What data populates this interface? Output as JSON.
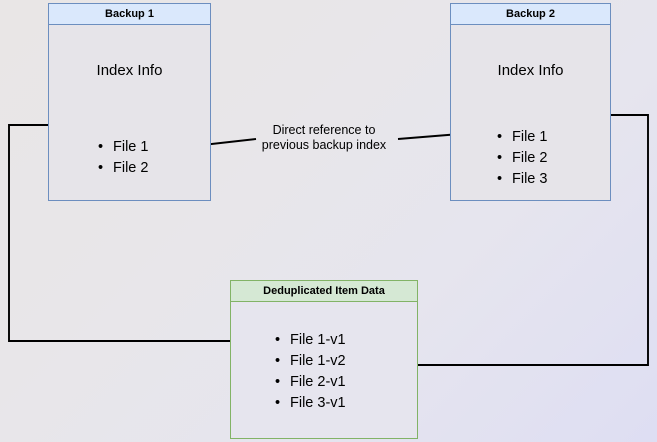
{
  "diagram": {
    "title_hidden": "",
    "colors": {
      "blue_border": "#6c8ebf",
      "blue_header_fill": "#dae8fc",
      "green_border": "#82b366",
      "green_header_fill": "#d5e8d4",
      "body_fill": "#e6e5ee",
      "edge_stroke": "#000000"
    },
    "nodes": {
      "backup1": {
        "header": "Backup 1",
        "title": "Index Info",
        "items": [
          "File 1",
          "File 2"
        ]
      },
      "backup2": {
        "header": "Backup 2",
        "title": "Index Info",
        "items": [
          "File 1",
          "File 2",
          "File 3"
        ]
      },
      "dedup": {
        "header": "Deduplicated Item Data",
        "items": [
          "File 1-v1",
          "File 1-v2",
          "File 2-v1",
          "File 3-v1"
        ]
      }
    },
    "edges": {
      "reference_label_line1": "Direct reference to",
      "reference_label_line2": "previous backup index"
    }
  }
}
